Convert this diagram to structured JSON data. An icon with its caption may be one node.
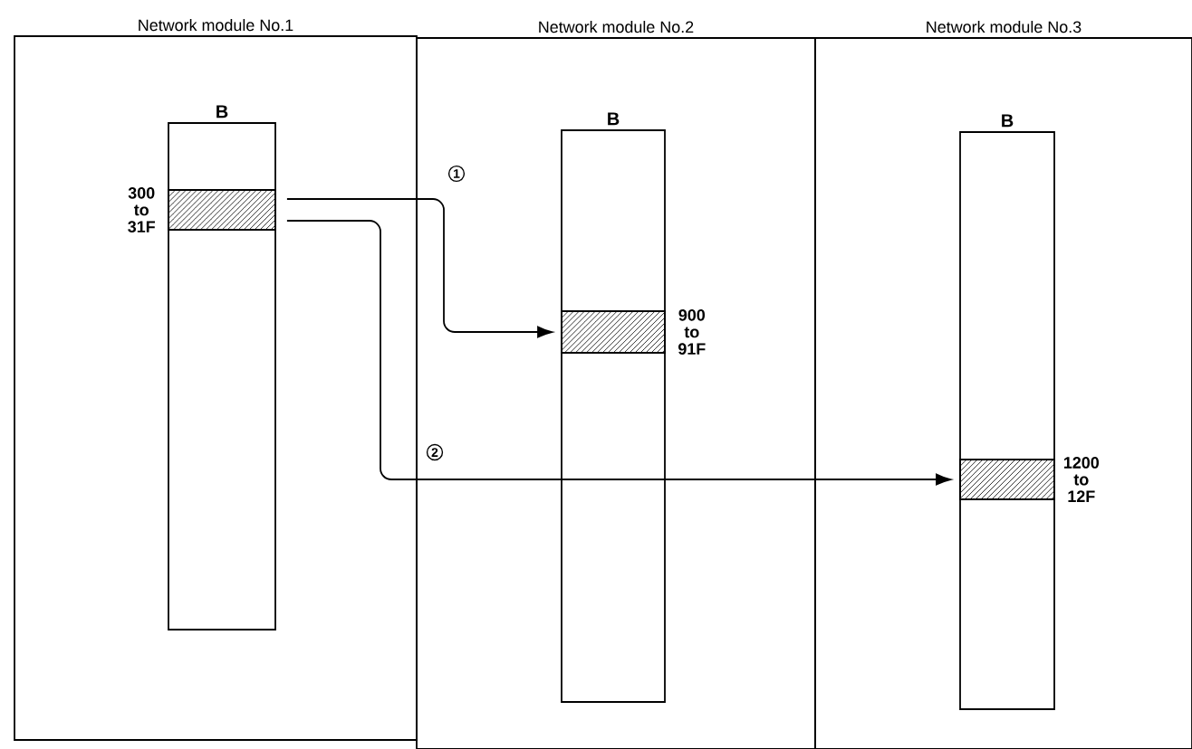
{
  "diagram": {
    "nodes": [
      {
        "text": [
          "Network module No.1"
        ]
      },
      {
        "text": [
          "B"
        ],
        "in": 0
      },
      {
        "text": [],
        "shape": "bar",
        "in": 1,
        "beside": [
          "300 to 31F"
        ]
      },
      {
        "text": [
          "Network module No.2"
        ]
      },
      {
        "text": [
          "B"
        ],
        "in": 3
      },
      {
        "text": [],
        "shape": "bar",
        "in": 4,
        "beside": [
          "900 to 91F"
        ]
      },
      {
        "text": [
          "Network module No.3"
        ]
      },
      {
        "text": [
          "B"
        ],
        "in": 6
      },
      {
        "text": [],
        "shape": "bar",
        "in": 7,
        "beside": [
          "1200 to 12F"
        ]
      }
    ],
    "edges": [
      {
        "from": 2,
        "to": 5,
        "arrow": "to",
        "label": "1"
      },
      {
        "from": 2,
        "to": 8,
        "arrow": "to",
        "label": "2"
      }
    ]
  }
}
